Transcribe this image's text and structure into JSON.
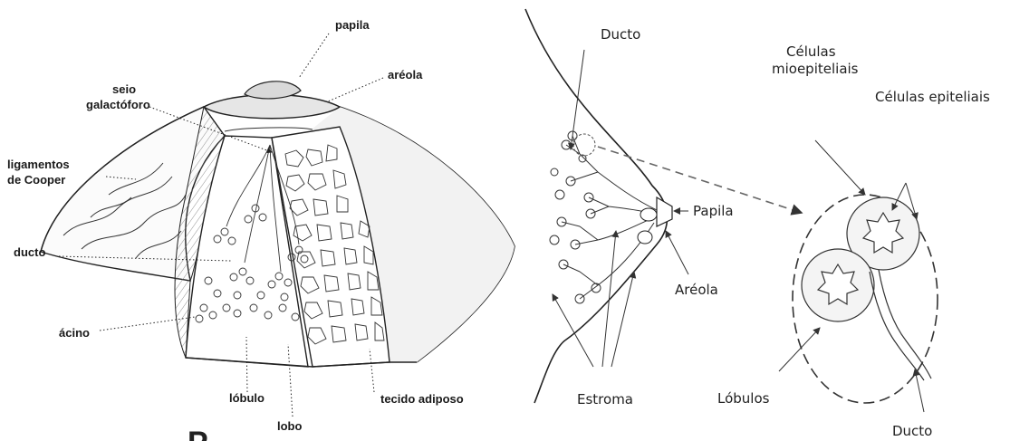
{
  "left_panel": {
    "labels": {
      "papila": "papila",
      "areola": "aréola",
      "seio_line1": "seio",
      "seio_line2": "galactóforo",
      "ligamentos_line1": "ligamentos",
      "ligamentos_line2": "de Cooper",
      "ducto": "ducto",
      "acino": "ácino",
      "lobulo": "lóbulo",
      "lobo": "lobo",
      "tecido": "tecido adiposo"
    },
    "caption_fragment": "P"
  },
  "right_panel": {
    "labels": {
      "ducto_top": "Ducto",
      "celulas_mio_line1": "Células",
      "celulas_mio_line2": "mioepiteliais",
      "celulas_epi": "Células epiteliais",
      "papila": "Papila",
      "areola": "Aréola",
      "estroma": "Estroma",
      "lobulos": "Lóbulos",
      "ducto_bottom": "Ducto"
    }
  }
}
